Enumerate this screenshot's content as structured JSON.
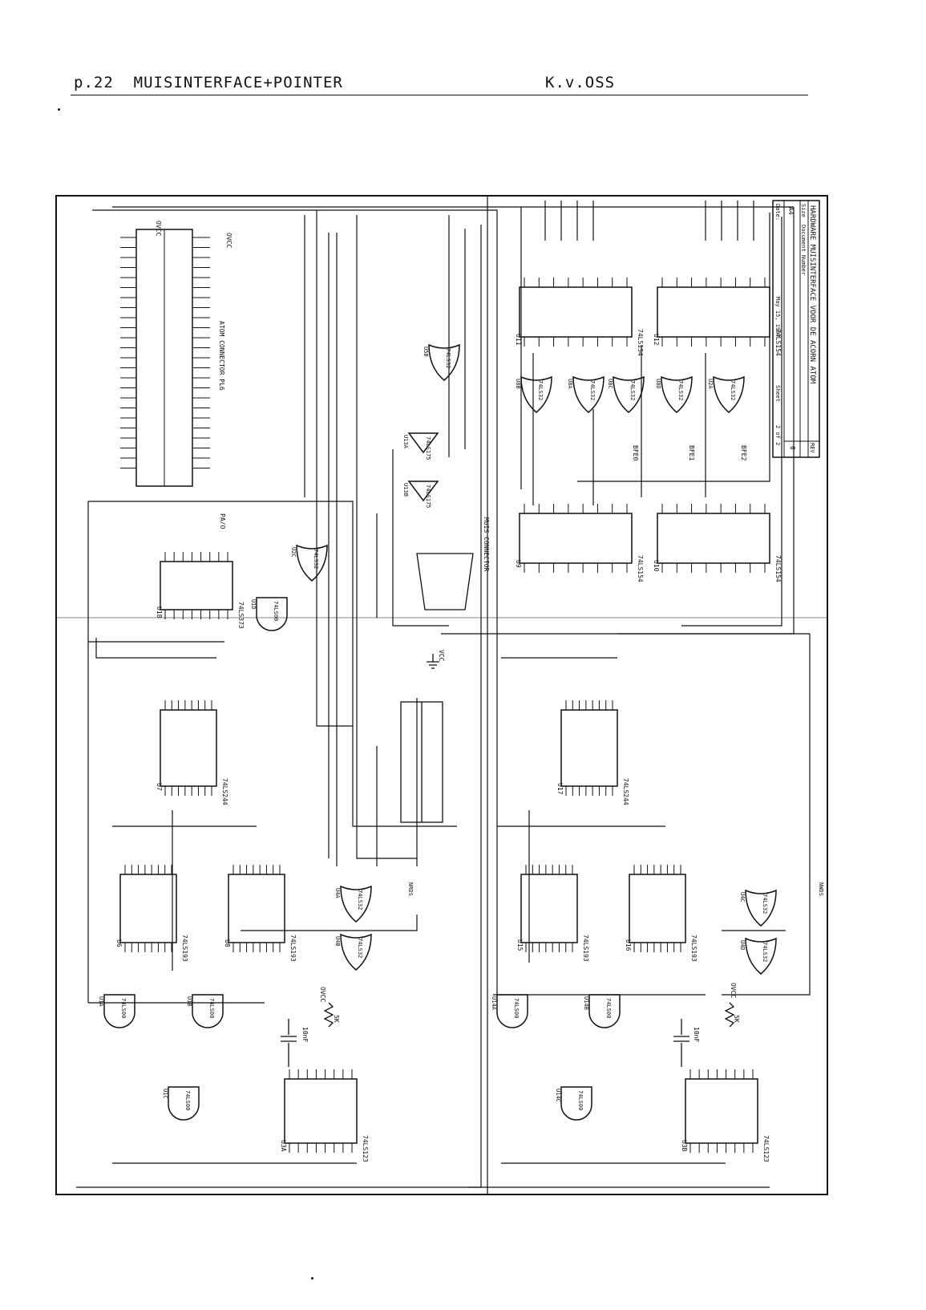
{
  "header": {
    "page": "p.22",
    "title": "MUISINTERFACE+POINTER",
    "author": "K.v.OSS"
  },
  "title_block": {
    "title": "HARDWARE MUISINTERFACE VOOR DE ACORN ATOM",
    "size_label": "Size",
    "doc_label": "Document Number",
    "rev_label": "REV",
    "size": "A4",
    "rev": "0",
    "date_label": "Date:",
    "date": "May 15, 1997",
    "sheet_label": "Sheet",
    "sheet": "2 of 2"
  },
  "labels": {
    "atom_connector": "ATOM CONNECTOR PL6",
    "muis_connector": "MUIS CONNECTOR",
    "vcc": "VCC",
    "ovcc": "OVCC",
    "cap": "10nF",
    "res": "5K",
    "pa_o": "PA/O",
    "bfe": [
      "BFE0",
      "BFE1",
      "BFE2"
    ],
    "nrds": "NRDS",
    "nwds": "NWDS"
  },
  "chips": {
    "u11": {
      "ref": "U11",
      "part": "74LS154"
    },
    "u12": {
      "ref": "U12",
      "part": "74LS154"
    },
    "u9": {
      "ref": "U9",
      "part": "74LS154"
    },
    "u10": {
      "ref": "U10",
      "part": "74LS154"
    },
    "u18": {
      "ref": "U18",
      "part": "74LS373"
    },
    "u7": {
      "ref": "U7",
      "part": "74LS244"
    },
    "u17": {
      "ref": "U17",
      "part": "74LS244"
    },
    "u6": {
      "ref": "U6",
      "part": "74LS193"
    },
    "u8": {
      "ref": "U8",
      "part": "74LS193"
    },
    "u15": {
      "ref": "U15",
      "part": "74LS193"
    },
    "u16": {
      "ref": "U16",
      "part": "74LS193"
    },
    "u3a": {
      "ref": "U3A",
      "part": "74LS123"
    },
    "u3b": {
      "ref": "U3B",
      "part": "74LS123"
    },
    "u1a": {
      "ref": "U1A",
      "part": "74LS00"
    },
    "u1b": {
      "ref": "U1B",
      "part": "74LS00"
    },
    "u1c": {
      "ref": "U1C",
      "part": "74LS00"
    },
    "u1d": {
      "ref": "U1D",
      "part": "74LS00"
    },
    "u14a": {
      "ref": "U14A",
      "part": "74LS00"
    },
    "u14b": {
      "ref": "U14B",
      "part": "74LS00"
    },
    "u14c": {
      "ref": "U14C",
      "part": "74LS00"
    },
    "u2a": {
      "ref": "U2A",
      "part": "74LS32"
    },
    "u2c": {
      "ref": "U2C",
      "part": "74LS32"
    },
    "u4a": {
      "ref": "U4A",
      "part": "74LS32"
    },
    "u4b": {
      "ref": "U4B",
      "part": "74LS32"
    },
    "u4c": {
      "ref": "U4C",
      "part": "74LS32"
    },
    "u4d": {
      "ref": "U4D",
      "part": "74LS32"
    },
    "u5b": {
      "ref": "U5B",
      "part": "74LS32"
    },
    "u8a": {
      "ref": "U8A",
      "part": "74LS32"
    },
    "u8b": {
      "ref": "U8B",
      "part": "74LS32"
    },
    "u8c": {
      "ref": "U8C",
      "part": "74LS32"
    },
    "u8d": {
      "ref": "U8D",
      "part": "74LS32"
    },
    "u13a": {
      "ref": "U13A",
      "part": "74LS175"
    },
    "u13b": {
      "ref": "U13B",
      "part": "74LS175"
    }
  }
}
